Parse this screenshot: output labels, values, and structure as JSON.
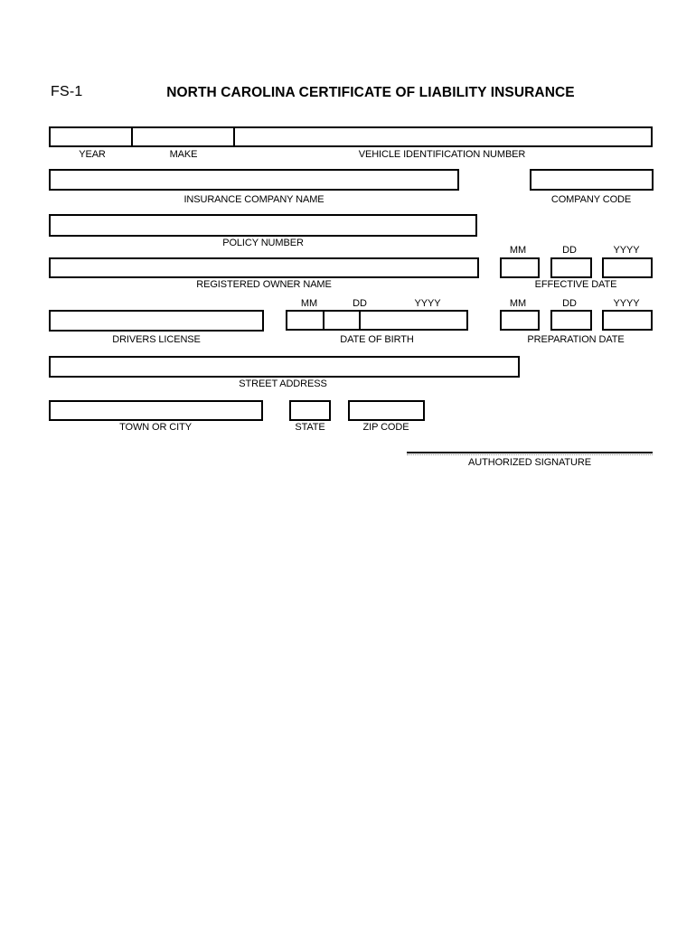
{
  "form": {
    "code": "FS-1",
    "title": "NORTH CAROLINA CERTIFICATE OF LIABILITY INSURANCE",
    "labels": {
      "year": "YEAR",
      "make": "MAKE",
      "vin": "VEHICLE IDENTIFICATION NUMBER",
      "insurance_company_name": "INSURANCE COMPANY NAME",
      "company_code": "COMPANY CODE",
      "policy_number": "POLICY NUMBER",
      "registered_owner_name": "REGISTERED OWNER NAME",
      "effective_date": "EFFECTIVE DATE",
      "drivers_license": "DRIVERS LICENSE",
      "date_of_birth": "DATE OF BIRTH",
      "preparation_date": "PREPARATION DATE",
      "street_address": "STREET ADDRESS",
      "town_or_city": "TOWN OR CITY",
      "state": "STATE",
      "zip_code": "ZIP CODE",
      "authorized_signature": "AUTHORIZED SIGNATURE",
      "mm": "MM",
      "dd": "DD",
      "yyyy": "YYYY"
    },
    "values": {
      "year": "",
      "make": "",
      "vin": "",
      "insurance_company_name": "",
      "company_code": "",
      "policy_number": "",
      "registered_owner_name": "",
      "effective_mm": "",
      "effective_dd": "",
      "effective_yyyy": "",
      "drivers_license": "",
      "dob_mm": "",
      "dob_dd": "",
      "dob_yyyy": "",
      "prep_mm": "",
      "prep_dd": "",
      "prep_yyyy": "",
      "street_address": "",
      "town_or_city": "",
      "state": "",
      "zip_code": ""
    },
    "colors": {
      "ink": "#000000",
      "paper": "#ffffff"
    }
  }
}
